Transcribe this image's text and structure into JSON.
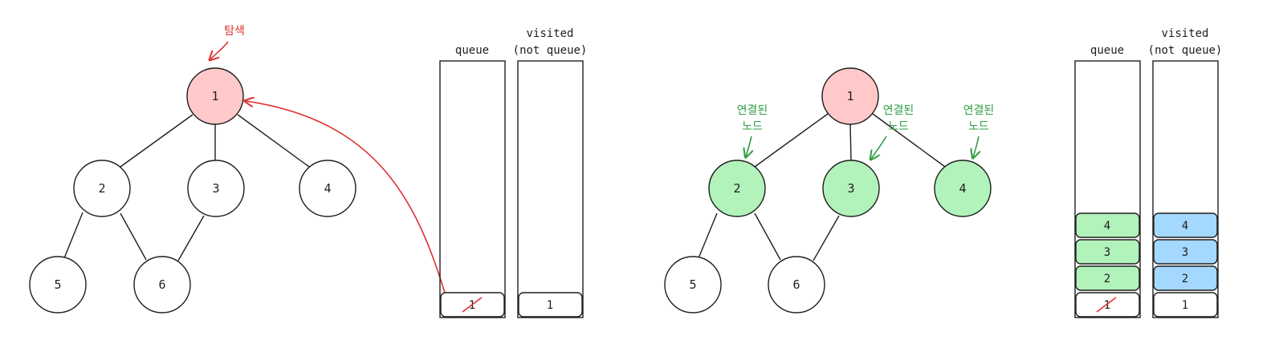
{
  "colors": {
    "stroke": "#1e1e1e",
    "searching_fill": "#ffc9c9",
    "connected_fill": "#b2f2bb",
    "visited_fill": "#a5d8ff",
    "red_annotation": "#e03131",
    "green_annotation": "#2f9e44",
    "empty_fill": "#ffffff"
  },
  "left_panel": {
    "search_label": "탐색",
    "nodes": [
      {
        "id": "1",
        "state": "searching"
      },
      {
        "id": "2",
        "state": "default"
      },
      {
        "id": "3",
        "state": "default"
      },
      {
        "id": "4",
        "state": "default"
      },
      {
        "id": "5",
        "state": "default"
      },
      {
        "id": "6",
        "state": "default"
      }
    ],
    "queue": {
      "title": "queue",
      "items": [
        {
          "label": "1",
          "struck": true,
          "state": "default"
        }
      ]
    },
    "visited": {
      "title_line1": "visited",
      "title_line2": "(not queue)",
      "items": [
        {
          "label": "1",
          "state": "default"
        }
      ]
    }
  },
  "right_panel": {
    "connected_label_line1": "연결된",
    "connected_label_line2": "노드",
    "nodes": [
      {
        "id": "1",
        "state": "searching"
      },
      {
        "id": "2",
        "state": "connected"
      },
      {
        "id": "3",
        "state": "connected"
      },
      {
        "id": "4",
        "state": "connected"
      },
      {
        "id": "5",
        "state": "default"
      },
      {
        "id": "6",
        "state": "default"
      }
    ],
    "queue": {
      "title": "queue",
      "items": [
        {
          "label": "1",
          "struck": true,
          "state": "default"
        },
        {
          "label": "2",
          "struck": false,
          "state": "connected"
        },
        {
          "label": "3",
          "struck": false,
          "state": "connected"
        },
        {
          "label": "4",
          "struck": false,
          "state": "connected"
        }
      ]
    },
    "visited": {
      "title_line1": "visited",
      "title_line2": "(not queue)",
      "items": [
        {
          "label": "1",
          "state": "default"
        },
        {
          "label": "2",
          "state": "visited"
        },
        {
          "label": "3",
          "state": "visited"
        },
        {
          "label": "4",
          "state": "visited"
        }
      ]
    }
  }
}
